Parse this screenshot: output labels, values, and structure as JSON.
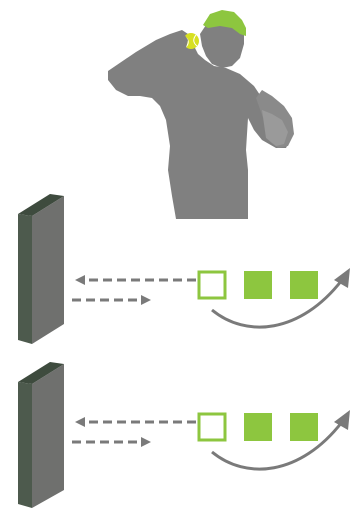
{
  "colors": {
    "figure": "#808080",
    "figure_dark": "#6e6e6e",
    "cap": "#8dc63f",
    "ball": "#d7e021",
    "wall_face": "#6f706e",
    "wall_side": "#3e4b3e",
    "arrow": "#7a7a7a",
    "square_fill": "#8dc63f",
    "square_outline": "#8dc63f"
  },
  "icons": {
    "figure": "person-with-cap-icon",
    "ball": "tennis-ball-icon",
    "wall": "wall-icon",
    "square": "square-icon",
    "arrow": "dashed-arrow-icon",
    "curve": "curved-arrow-icon"
  },
  "rows": [
    {
      "squares": [
        "outline",
        "filled",
        "filled"
      ]
    },
    {
      "squares": [
        "outline",
        "filled",
        "filled"
      ]
    }
  ]
}
